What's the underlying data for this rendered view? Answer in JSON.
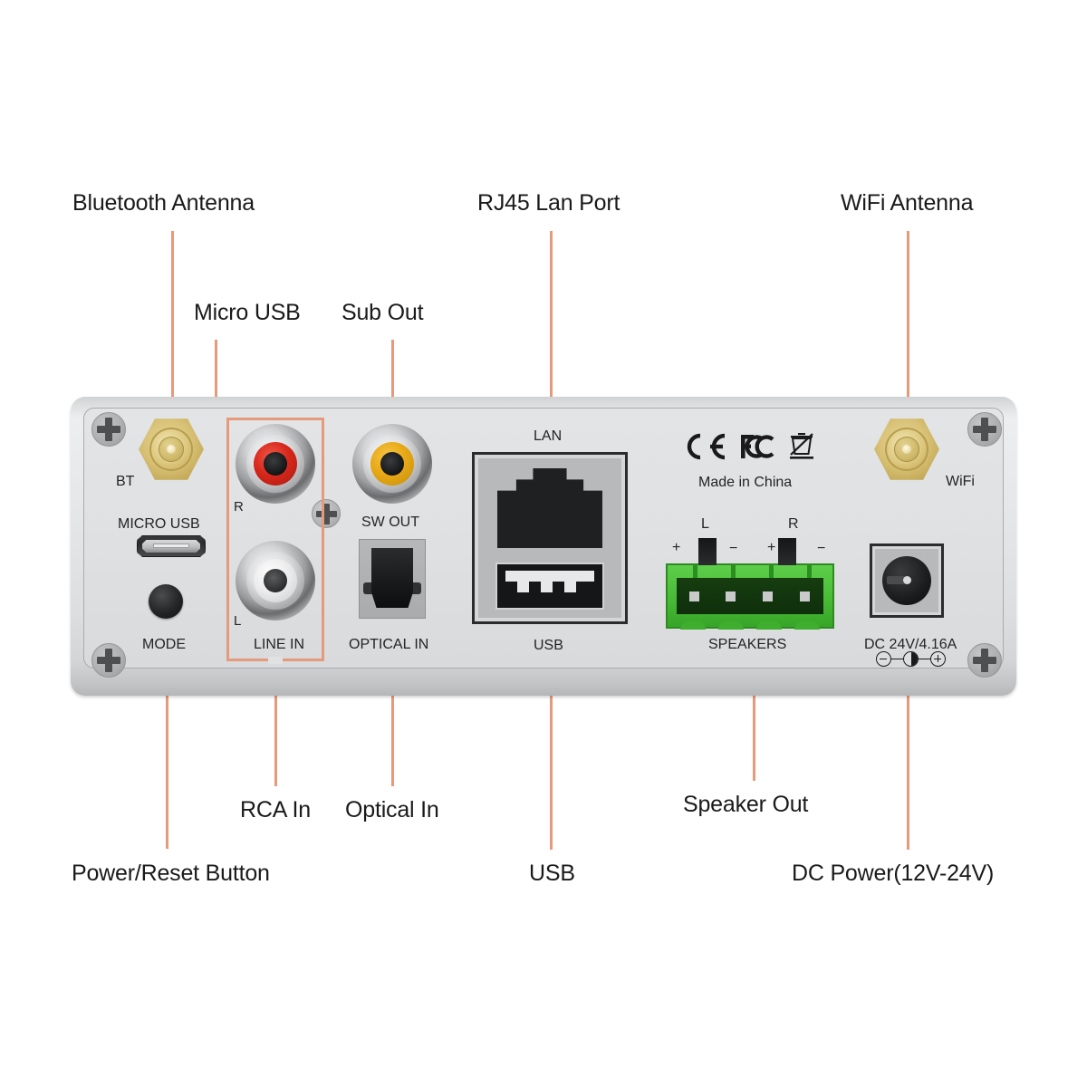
{
  "diagram": {
    "title": "Audio amplifier rear panel connection diagram",
    "accent_color": "#e59a7c",
    "panel_color": "#dfe1e3"
  },
  "callouts": {
    "top": [
      {
        "id": "bluetooth-antenna",
        "label": "Bluetooth Antenna"
      },
      {
        "id": "micro-usb",
        "label": "Micro USB"
      },
      {
        "id": "sub-out",
        "label": "Sub Out"
      },
      {
        "id": "rj45-lan-port",
        "label": "RJ45 Lan Port"
      },
      {
        "id": "wifi-antenna",
        "label": "WiFi Antenna"
      }
    ],
    "bottom": [
      {
        "id": "power-reset-button",
        "label": "Power/Reset Button"
      },
      {
        "id": "rca-in",
        "label": "RCA In"
      },
      {
        "id": "optical-in",
        "label": "Optical In"
      },
      {
        "id": "usb",
        "label": "USB"
      },
      {
        "id": "speaker-out",
        "label": "Speaker Out"
      },
      {
        "id": "dc-power",
        "label": "DC Power(12V-24V)"
      }
    ]
  },
  "panel": {
    "silkscreen": {
      "bt": "BT",
      "micro_usb": "MICRO USB",
      "mode": "MODE",
      "rca_right": "R",
      "rca_left": "L",
      "line_in": "LINE IN",
      "sw_out": "SW OUT",
      "optical_in": "OPTICAL IN",
      "lan": "LAN",
      "usb": "USB",
      "speakers": "SPEAKERS",
      "speaker_left": "L",
      "speaker_right": "R",
      "speaker_l_plus": "+",
      "speaker_l_minus": "−",
      "speaker_r_plus": "+",
      "speaker_r_minus": "−",
      "wifi": "WiFi",
      "dc_rating": "DC 24V/4.16A",
      "made_in": "Made in China",
      "ce_mark": "CE",
      "fcc_mark": "FC"
    },
    "connectors": [
      {
        "name": "bt-antenna-connector",
        "type": "sma"
      },
      {
        "name": "micro-usb-port",
        "type": "micro-usb"
      },
      {
        "name": "mode-button",
        "type": "push-button"
      },
      {
        "name": "rca-right-jack",
        "type": "rca",
        "color": "#d8281c"
      },
      {
        "name": "rca-left-jack",
        "type": "rca",
        "color": "#ededed"
      },
      {
        "name": "sub-out-jack",
        "type": "rca",
        "color": "#e8a916"
      },
      {
        "name": "optical-in-port",
        "type": "toslink"
      },
      {
        "name": "rj45-port",
        "type": "rj45"
      },
      {
        "name": "usb-a-port",
        "type": "usb-a"
      },
      {
        "name": "speaker-terminal-block",
        "type": "phoenix-4pin",
        "color": "#48bb36"
      },
      {
        "name": "dc-power-jack",
        "type": "barrel"
      },
      {
        "name": "wifi-antenna-connector",
        "type": "sma"
      }
    ]
  }
}
